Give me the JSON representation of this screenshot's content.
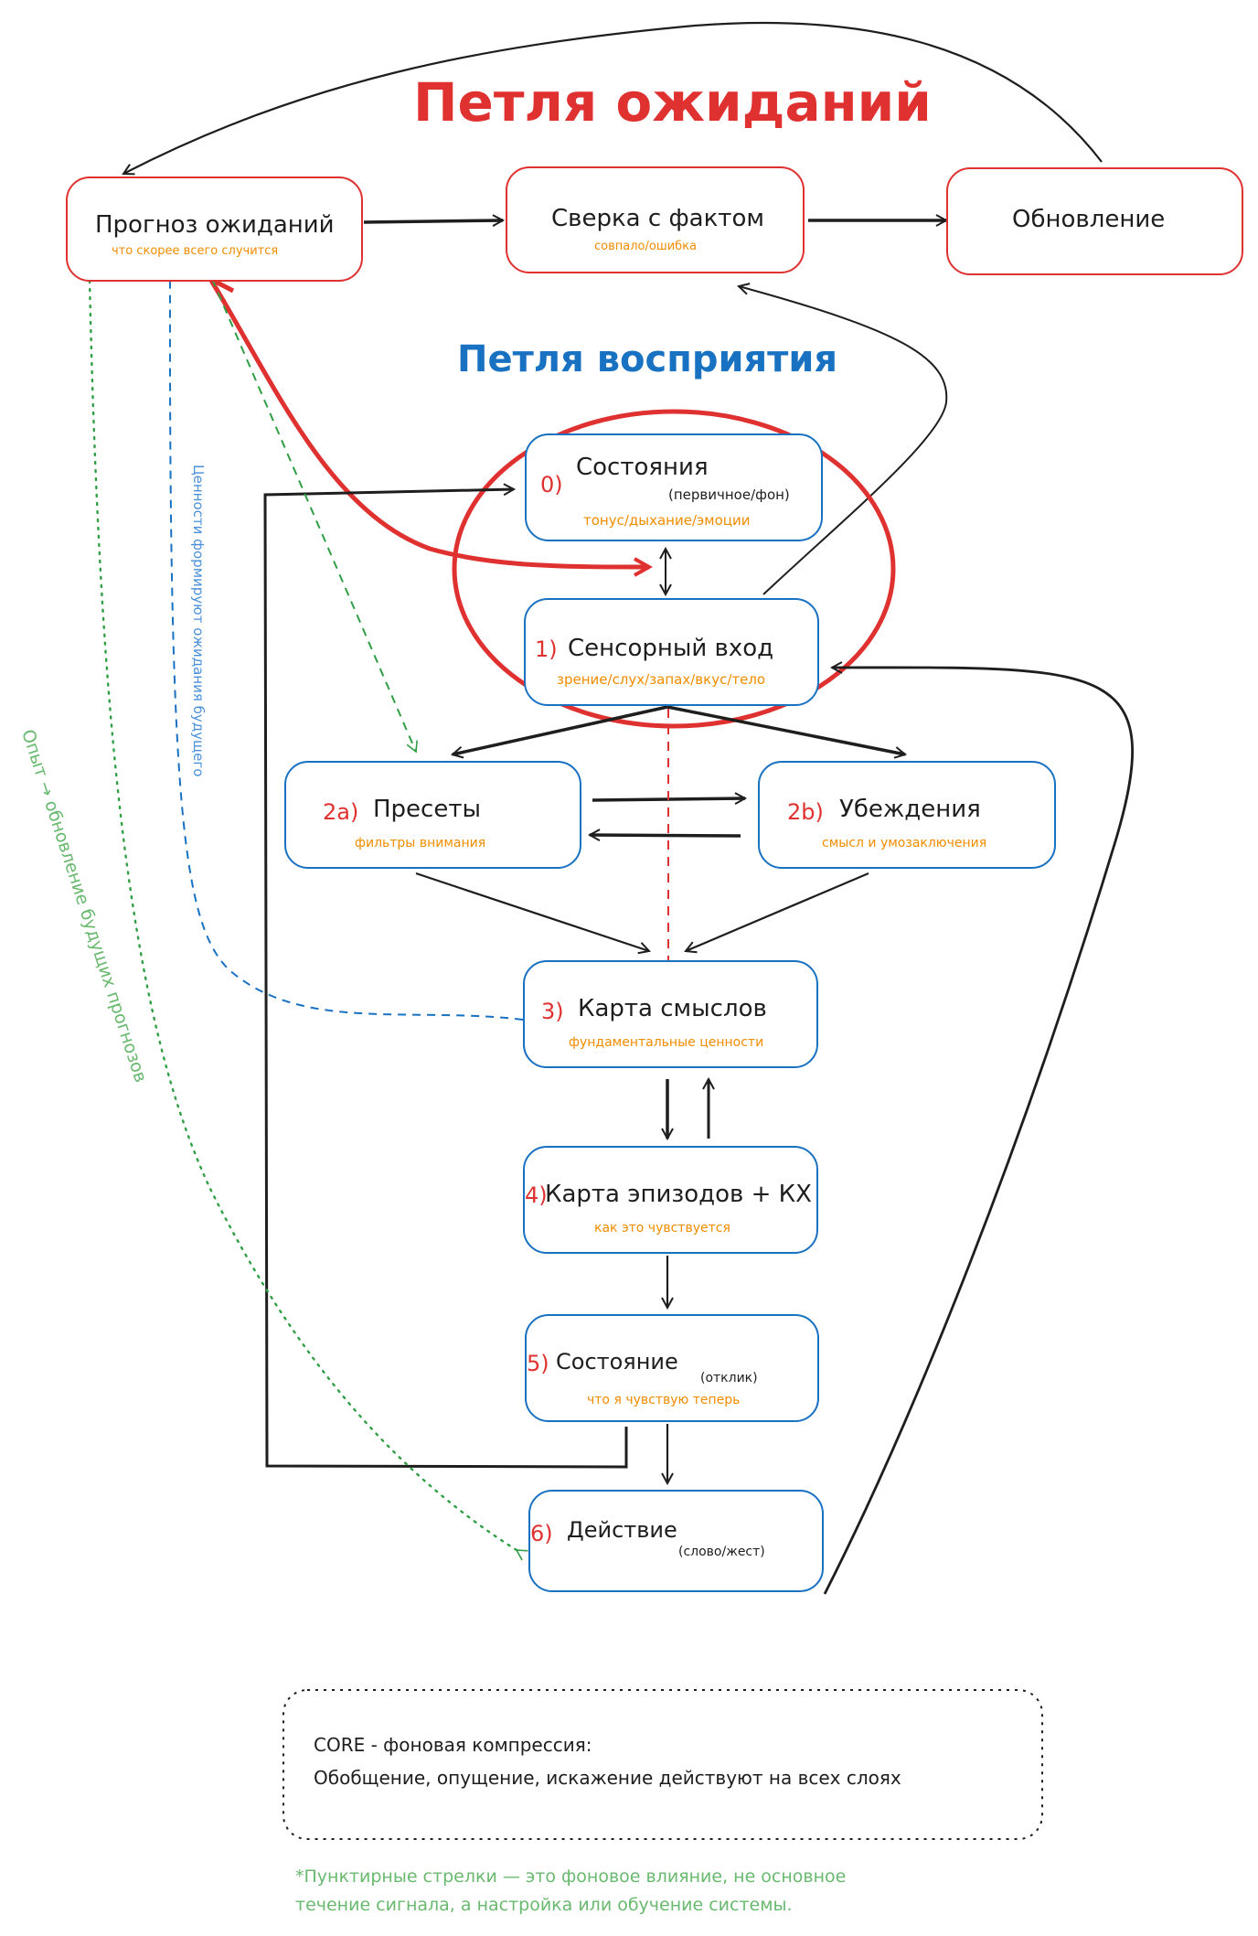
{
  "titles": {
    "expectation_loop": "Петля ожиданий",
    "perception_loop": "Петля восприятия"
  },
  "expectation_nodes": [
    {
      "label": "Прогноз ожиданий",
      "sub": "что скорее всего случится"
    },
    {
      "label": "Сверка с фактом",
      "sub": "совпало/ошибка"
    },
    {
      "label": "Обновление",
      "sub": ""
    }
  ],
  "perception_nodes": [
    {
      "num": "0)",
      "label": "Состояния",
      "note": "(первичное/фон)",
      "sub": "тонус/дыхание/эмоции"
    },
    {
      "num": "1)",
      "label": "Сенсорный вход",
      "note": "",
      "sub": "зрение/слух/запах/вкус/тело"
    },
    {
      "num": "2a)",
      "label": "Пресеты",
      "note": "",
      "sub": "фильтры внимания"
    },
    {
      "num": "2b)",
      "label": "Убеждения",
      "note": "",
      "sub": "смысл и умозаключения"
    },
    {
      "num": "3)",
      "label": "Карта смыслов",
      "note": "",
      "sub": "фундаментальные ценности"
    },
    {
      "num": "4)",
      "label": "Карта эпизодов + КХ",
      "note": "",
      "sub": "как это чувствуется"
    },
    {
      "num": "5)",
      "label": "Состояние",
      "note": "(отклик)",
      "sub": "что я чувствую теперь"
    },
    {
      "num": "6)",
      "label": "Действие",
      "note": "(слово/жест)",
      "sub": ""
    }
  ],
  "side_labels": {
    "values_label": "Ценности формируют ожидания будущего",
    "experience_label": "Опыт → обновление будущих прогнозов"
  },
  "core_box": {
    "line1": "CORE - фоновая компрессия:",
    "line2": "Обобщение, опущение, искажение действуют на всех слоях"
  },
  "footnote": {
    "line1": "*Пунктирные стрелки — это фоновое влияние, не основное",
    "line2": "течение сигнала, а настройка или обучение системы."
  },
  "colors": {
    "expectation": "#e03131",
    "perception": "#1971c2",
    "sub_text": "#f08c00",
    "experience": "#2f9e44",
    "footnote": "#69b96f"
  }
}
